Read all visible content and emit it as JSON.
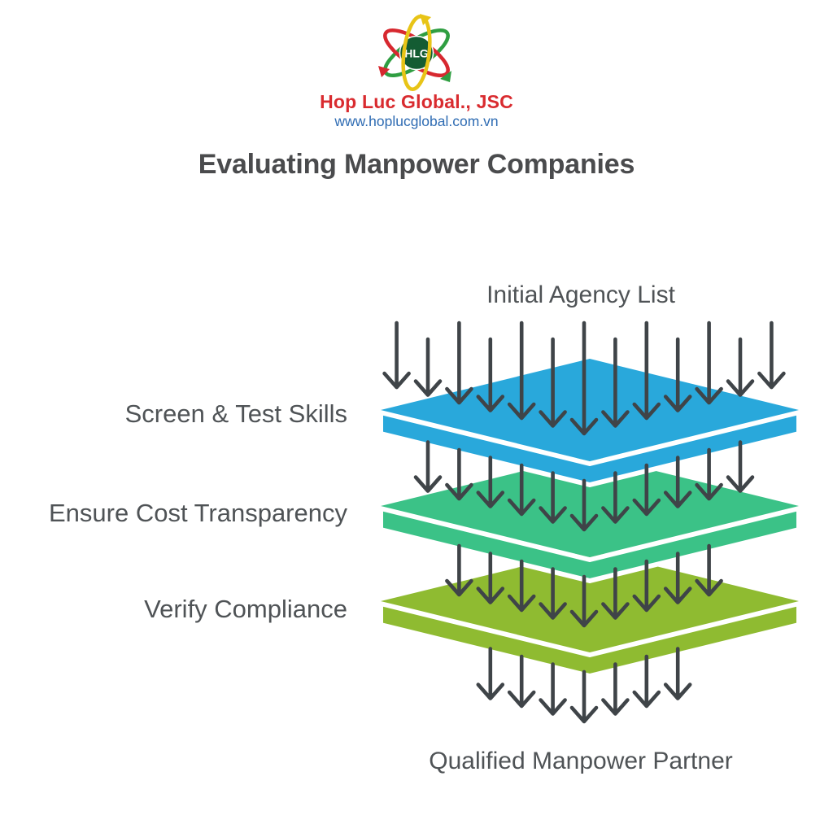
{
  "header": {
    "logo": {
      "letters": "HLG",
      "ring_colors": {
        "green": "#2F9E41",
        "red": "#D7282F",
        "yellow": "#E8C417"
      },
      "core_color": "#145C33"
    },
    "company": "Hop Luc Global., JSC",
    "company_color": "#D92B2F",
    "website": "www.hoplucglobal.com.vn",
    "website_color": "#2F6CB3"
  },
  "title": "Evaluating Manpower Companies",
  "diagram": {
    "top_label": "Initial Agency List",
    "bottom_label": "Qualified Manpower Partner",
    "layers": [
      {
        "label": "Screen & Test Skills",
        "color": "#29A8DB"
      },
      {
        "label": "Ensure Cost Transparency",
        "color": "#3BC287"
      },
      {
        "label": "Verify Compliance",
        "color": "#8FBB31"
      }
    ],
    "arrow_rows": [
      13,
      11,
      9,
      7
    ],
    "arrow_color": "#3F4448",
    "text_color": "#4F5356"
  }
}
